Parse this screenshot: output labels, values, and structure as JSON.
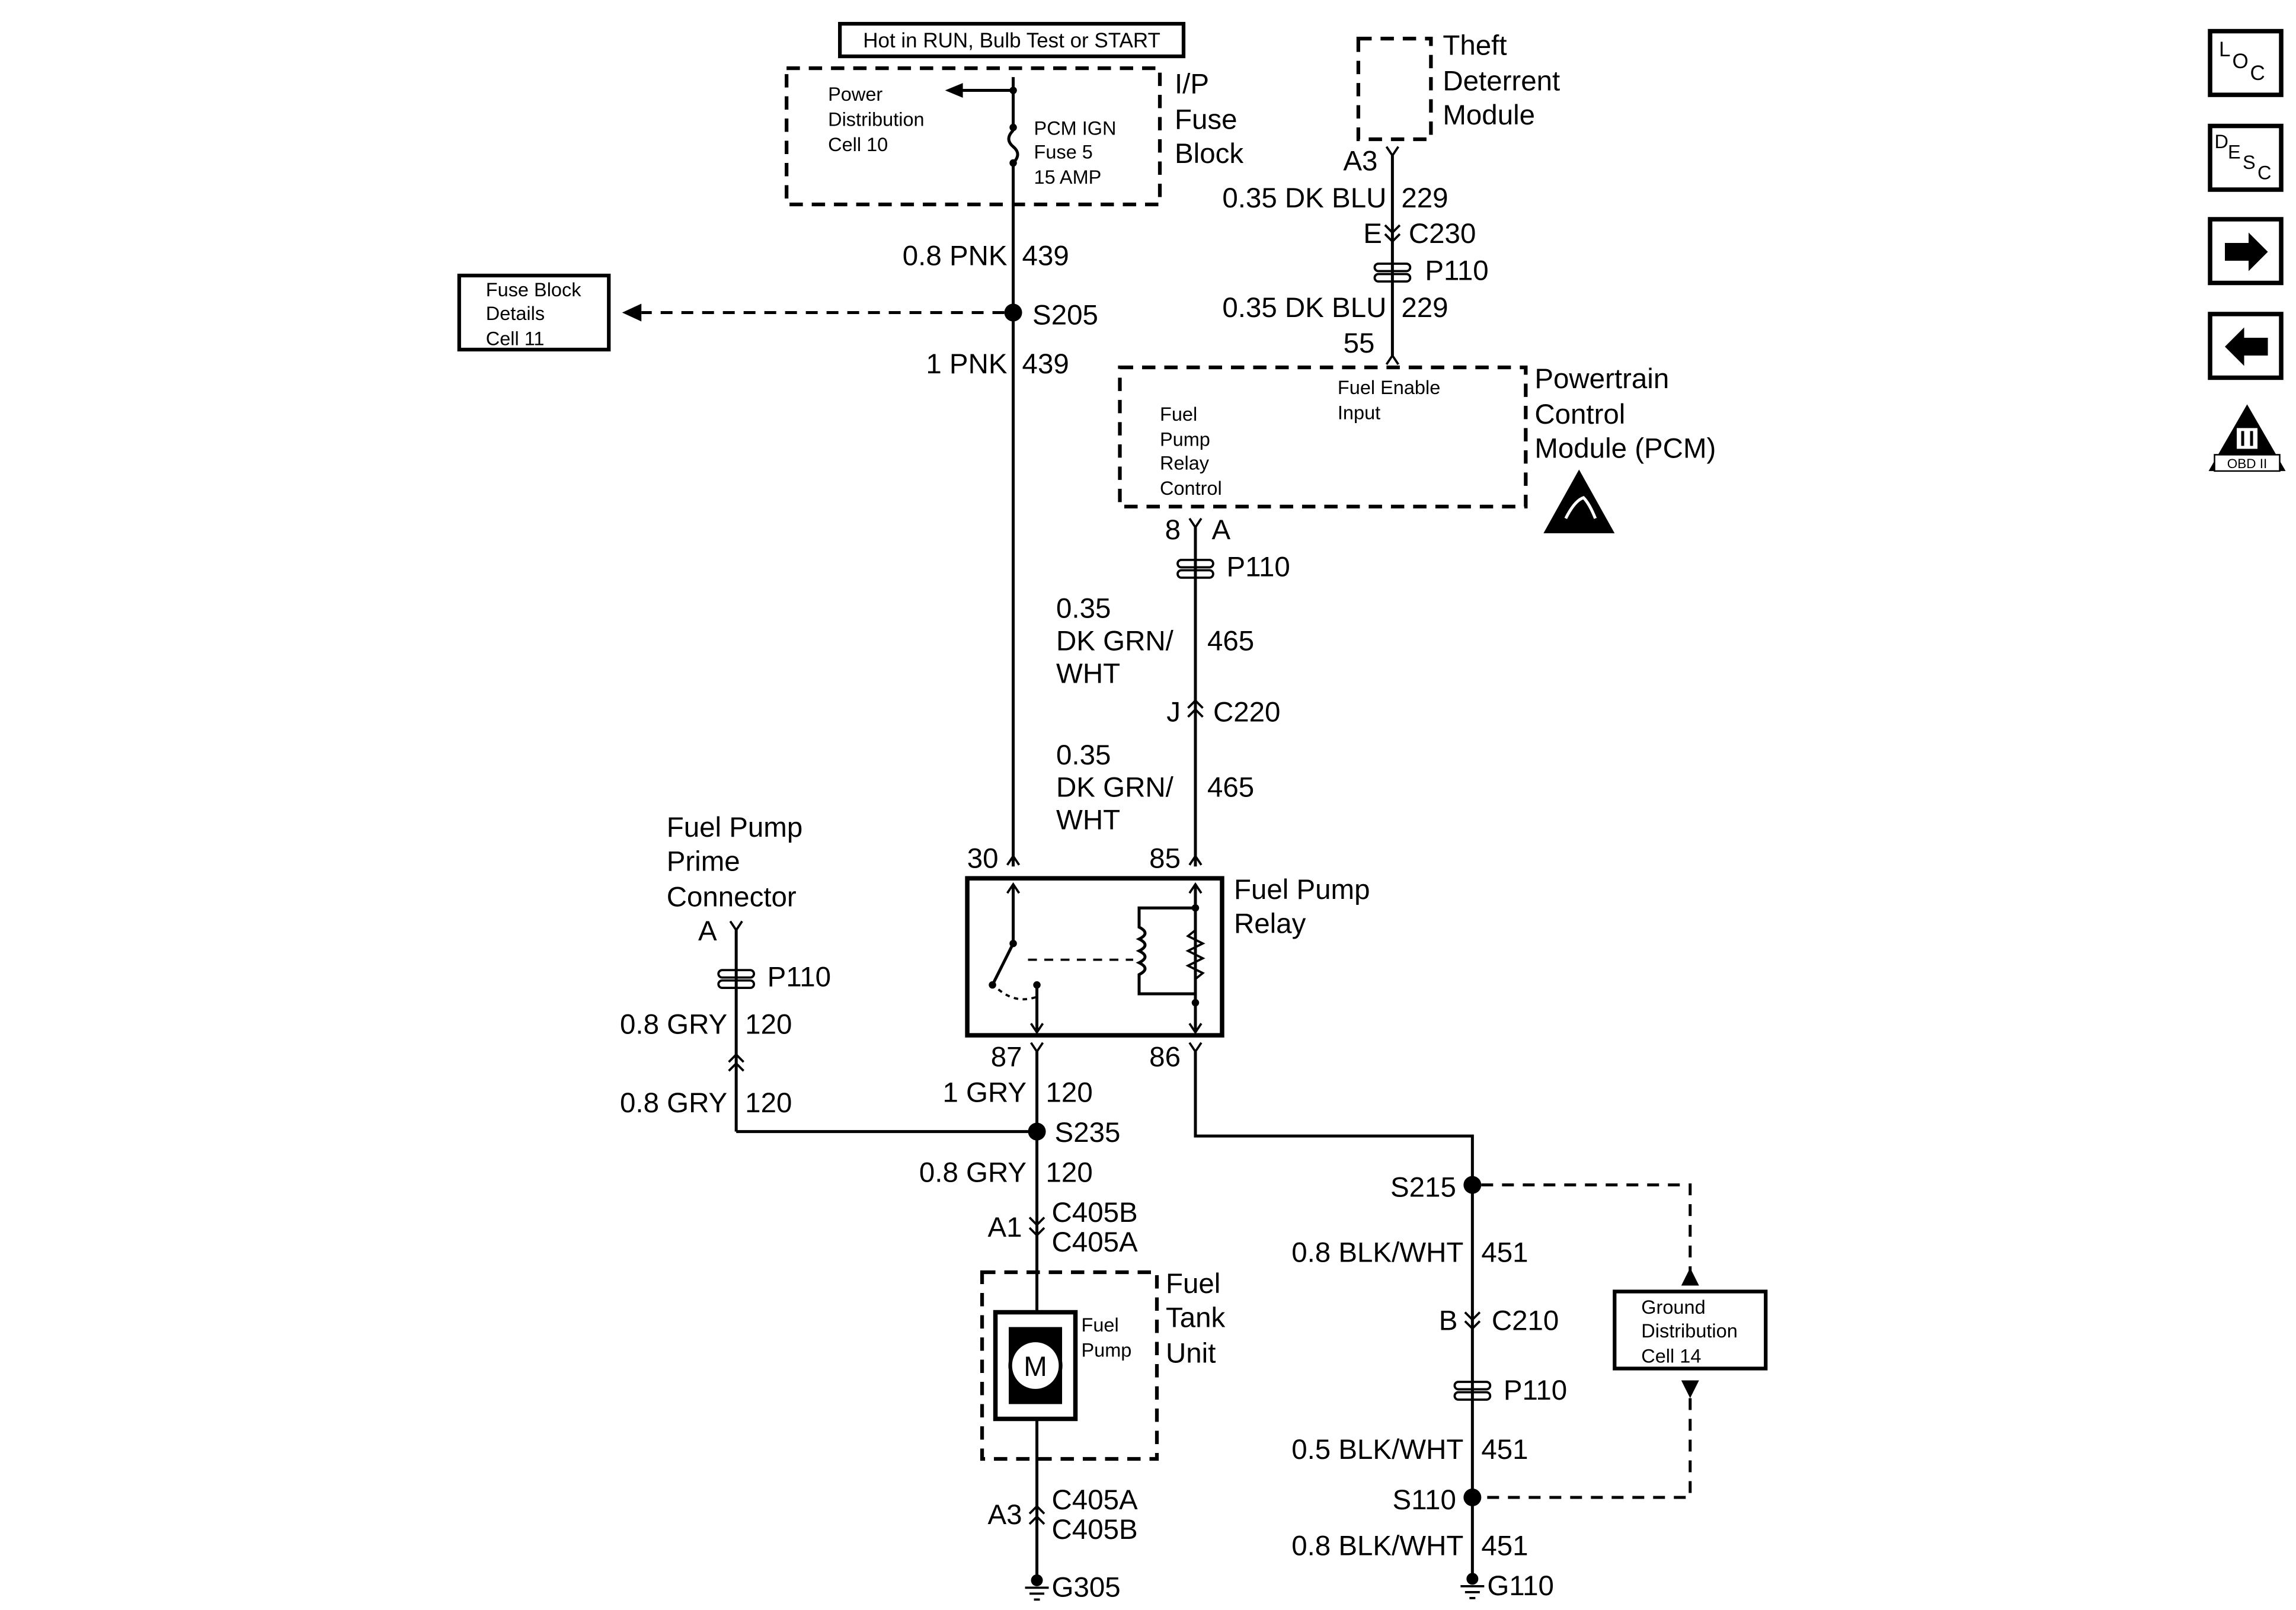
{
  "header": {
    "power_note": "Hot in RUN, Bulb Test or START"
  },
  "fuse_block": {
    "title_lines": [
      "I/P",
      "Fuse",
      "Block"
    ],
    "power_dist_lines": [
      "Power",
      "Distribution",
      "Cell 10"
    ],
    "fuse_lines": [
      "PCM IGN",
      "Fuse 5",
      "15 AMP"
    ]
  },
  "fuse_details": {
    "lines": [
      "Fuse Block",
      "Details",
      "Cell 11"
    ]
  },
  "theft_module": {
    "lines": [
      "Theft",
      "Deterrent",
      "Module"
    ]
  },
  "pcm": {
    "title_lines": [
      "Powertrain",
      "Control",
      "Module (PCM)"
    ],
    "relay_control_lines": [
      "Fuel",
      "Pump",
      "Relay",
      "Control"
    ],
    "fuel_enable_lines": [
      "Fuel Enable",
      "Input"
    ]
  },
  "relay": {
    "title_lines": [
      "Fuel Pump",
      "Relay"
    ]
  },
  "prime_connector": {
    "title_lines": [
      "Fuel Pump",
      "Prime",
      "Connector"
    ]
  },
  "tank_unit": {
    "title_lines": [
      "Fuel",
      "Tank",
      "Unit"
    ],
    "pump_lines": [
      "Fuel",
      "Pump"
    ],
    "motor_symbol": "M"
  },
  "ground_dist": {
    "lines": [
      "Ground",
      "Distribution",
      "Cell 14"
    ]
  },
  "wires": {
    "pnk_08": "0.8 PNK",
    "pnk_1": "1 PNK",
    "pnk_circuit": "439",
    "dkblu_a": "0.35 DK BLU",
    "dkblu_b": "0.35 DK BLU",
    "dkblu_circuit": "229",
    "grnwht_a_lines": [
      "0.35",
      "DK GRN/",
      "WHT"
    ],
    "grnwht_b_lines": [
      "0.35",
      "DK GRN/",
      "WHT"
    ],
    "grnwht_circuit": "465",
    "gry_prime_a": "0.8 GRY",
    "gry_prime_b": "0.8 GRY",
    "gry_1": "1 GRY",
    "gry_08": "0.8 GRY",
    "gry_circuit": "120",
    "blkwht_a": "0.8 BLK/WHT",
    "blkwht_b": "0.5 BLK/WHT",
    "blkwht_c": "0.8 BLK/WHT",
    "blkwht_circuit": "451"
  },
  "connectors": {
    "s205": "S205",
    "s235": "S235",
    "s215": "S215",
    "s110": "S110",
    "c230": "C230",
    "c230_pin": "E",
    "c220": "C220",
    "c220_pin": "J",
    "c210": "C210",
    "c210_pin": "B",
    "c405b": "C405B",
    "c405a": "C405A",
    "c405_pin_top": "A1",
    "c405_pin_bottom": "A3",
    "p110": "P110",
    "theft_pin": "A3",
    "pcm_pin_55": "55",
    "pcm_pin_8": "8",
    "pcm_pin_a": "A",
    "relay_30": "30",
    "relay_85": "85",
    "relay_87": "87",
    "relay_86": "86",
    "prime_pin": "A",
    "g305": "G305",
    "g110": "G110"
  },
  "nav_icons": {
    "loc": "LOC",
    "desc": "DESC",
    "next": "arrow-right-icon",
    "prev": "arrow-left-icon",
    "obd_label": "OBD II"
  }
}
